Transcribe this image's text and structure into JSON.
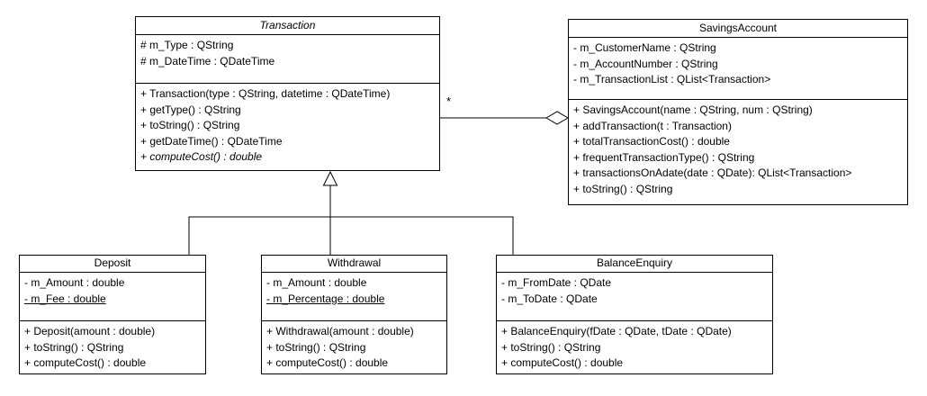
{
  "classes": {
    "transaction": {
      "name": "Transaction",
      "attributes": [
        "# m_Type : QString",
        "# m_DateTime : QDateTime"
      ],
      "methods": [
        "+ Transaction(type : QString, datetime : QDateTime)",
        "+ getType() : QString",
        "+ toString() : QString",
        "+ getDateTime() : QDateTime",
        "+ computeCost() : double"
      ]
    },
    "savings_account": {
      "name": "SavingsAccount",
      "attributes": [
        "- m_CustomerName : QString",
        "- m_AccountNumber : QString",
        "- m_TransactionList : QList<Transaction>"
      ],
      "methods": [
        "+ SavingsAccount(name : QString, num : QString)",
        "+ addTransaction(t : Transaction)",
        "+ totalTransactionCost() : double",
        "+ frequentTransactionType() : QString",
        "+ transactionsOnAdate(date : QDate): QList<Transaction>",
        "+ toString() : QString"
      ]
    },
    "deposit": {
      "name": "Deposit",
      "attributes": [
        "- m_Amount : double",
        "- m_Fee : double"
      ],
      "methods": [
        "+ Deposit(amount : double)",
        "+ toString() : QString",
        "+ computeCost() : double"
      ]
    },
    "withdrawal": {
      "name": "Withdrawal",
      "attributes": [
        "- m_Amount : double",
        "- m_Percentage : double"
      ],
      "methods": [
        "+ Withdrawal(amount : double)",
        "+ toString() : QString",
        "+ computeCost() : double"
      ]
    },
    "balance_enquiry": {
      "name": "BalanceEnquiry",
      "attributes": [
        "- m_FromDate : QDate",
        "- m_ToDate : QDate"
      ],
      "methods": [
        "+ BalanceEnquiry(fDate : QDate, tDate : QDate)",
        "+ toString() : QString",
        "+ computeCost() : double"
      ]
    }
  },
  "relationships": {
    "aggregation": {
      "multiplicity": "*"
    }
  },
  "colors": {
    "line": "#000000",
    "background": "#ffffff"
  }
}
